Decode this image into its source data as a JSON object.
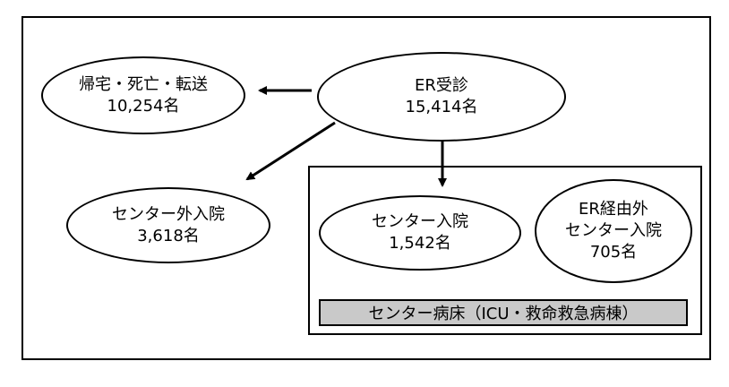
{
  "er_visit": {
    "label": "ER受診",
    "count": "15,414名"
  },
  "home_death_transfer": {
    "label": "帰宅・死亡・転送",
    "count": "10,254名"
  },
  "outside_center_admission": {
    "label": "センター外入院",
    "count": "3,618名"
  },
  "center_admission": {
    "label": "センター入院",
    "count": "1,542名"
  },
  "non_er_center_admission": {
    "label_line1": "ER経由外",
    "label_line2": "センター入院",
    "count": "705名"
  },
  "center_beds": {
    "label": "センター病床（ICU・救命救急病棟）"
  }
}
